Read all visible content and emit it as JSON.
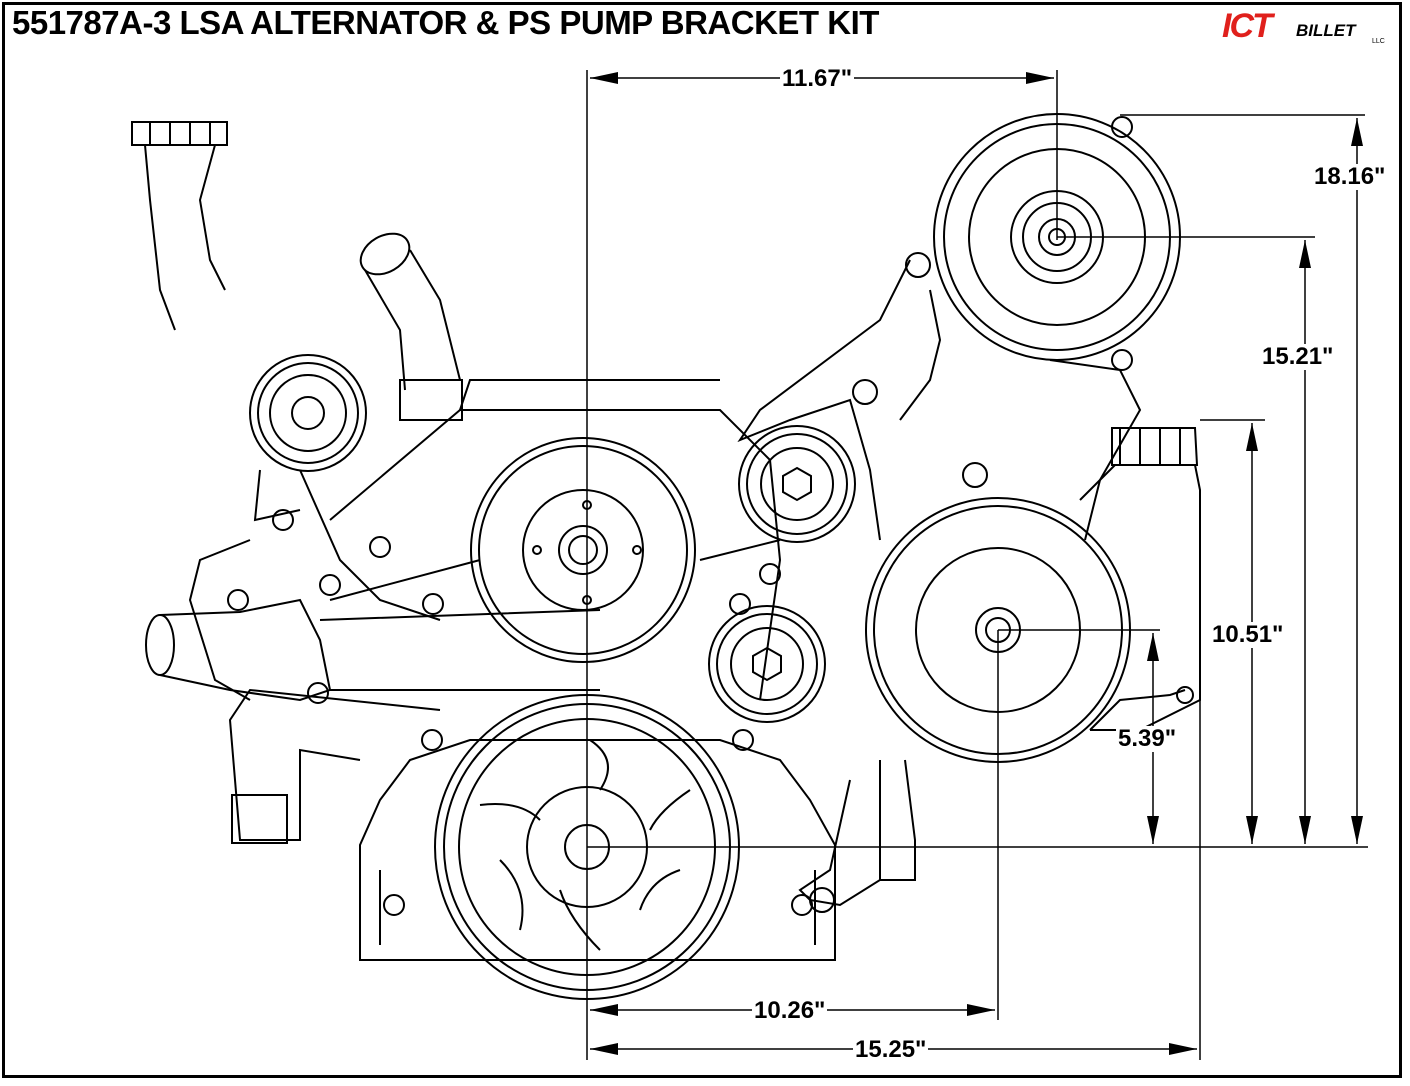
{
  "title": "551787A-3 LSA ALTERNATOR & PS PUMP BRACKET KIT",
  "logo": {
    "brand": "ICT",
    "sub": "BILLET",
    "suffix": "LLC"
  },
  "dimensions": {
    "top_width": "11.67\"",
    "alt_height": "18.16\"",
    "alt_center_height": "15.21\"",
    "ps_height": "10.51\"",
    "ps_center_height": "5.39\"",
    "ps_width": "10.26\"",
    "overall_width": "15.25\""
  },
  "colors": {
    "logo_red": "#e0201c",
    "line": "#000000"
  }
}
